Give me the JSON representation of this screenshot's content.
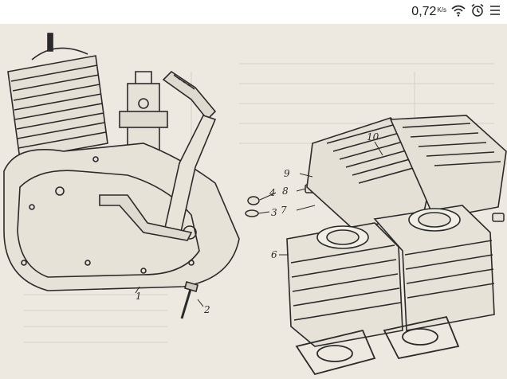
{
  "status_bar": {
    "speed_value": "0,72",
    "speed_unit": "K/s",
    "icons": [
      "wifi-icon",
      "alarm-clock-icon",
      "menu-icon"
    ]
  },
  "diagram": {
    "part_labels": [
      "1",
      "2",
      "3",
      "4",
      "6",
      "7",
      "8",
      "9",
      "10"
    ]
  }
}
